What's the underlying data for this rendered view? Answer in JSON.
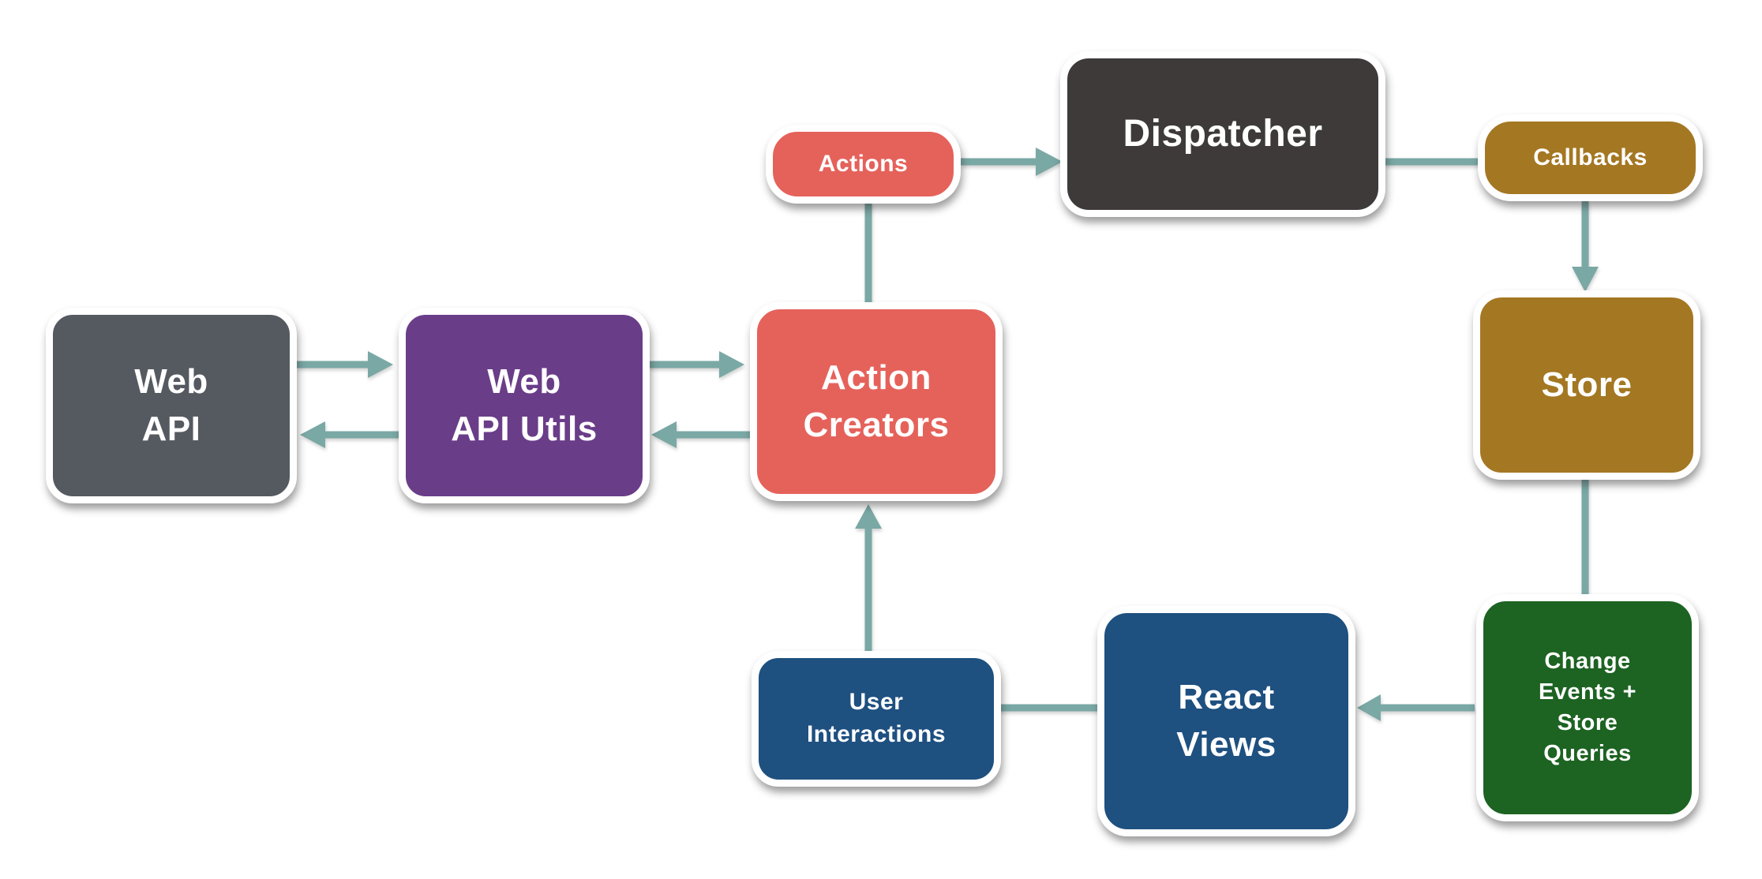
{
  "diagram": {
    "kind": "flowchart",
    "colors": {
      "background": "#ffffff",
      "connector": "#7AA8A5",
      "node_border": "#ffffff",
      "text": "#ffffff",
      "red": "#E5625B",
      "charcoal": "#3E3A3A",
      "gray": "#555960",
      "purple": "#6A3D89",
      "gold": "#A47722",
      "blue": "#1E5080",
      "green": "#1D6322"
    },
    "nodes": {
      "web_api": {
        "label": "Web\nAPI",
        "color": "#555960"
      },
      "web_api_utils": {
        "label": "Web\nAPI Utils",
        "color": "#6A3D89"
      },
      "action_creators": {
        "label": "Action\nCreators",
        "color": "#E5625B"
      },
      "actions": {
        "label": "Actions",
        "color": "#E5625B"
      },
      "dispatcher": {
        "label": "Dispatcher",
        "color": "#3E3A3A"
      },
      "callbacks": {
        "label": "Callbacks",
        "color": "#A47722"
      },
      "store": {
        "label": "Store",
        "color": "#A47722"
      },
      "change_events": {
        "label": "Change\nEvents +\nStore\nQueries",
        "color": "#1D6322"
      },
      "react_views": {
        "label": "React\nViews",
        "color": "#1E5080"
      },
      "user_interactions": {
        "label": "User\nInteractions",
        "color": "#1E5080"
      }
    },
    "edges": [
      {
        "from": "actions",
        "to": "dispatcher",
        "arrowhead": true
      },
      {
        "from": "dispatcher",
        "to": "callbacks",
        "arrowhead": false
      },
      {
        "from": "callbacks",
        "to": "store",
        "arrowhead": true
      },
      {
        "from": "store",
        "to": "change_events",
        "arrowhead": false
      },
      {
        "from": "change_events",
        "to": "react_views",
        "arrowhead": true
      },
      {
        "from": "react_views",
        "to": "user_interactions",
        "arrowhead": false
      },
      {
        "from": "user_interactions",
        "to": "action_creators",
        "arrowhead": true
      },
      {
        "from": "action_creators",
        "to": "actions",
        "arrowhead": false
      },
      {
        "from": "web_api",
        "to": "web_api_utils",
        "arrowhead": true
      },
      {
        "from": "web_api_utils",
        "to": "web_api",
        "arrowhead": true
      },
      {
        "from": "web_api_utils",
        "to": "action_creators",
        "arrowhead": true
      },
      {
        "from": "action_creators",
        "to": "web_api_utils",
        "arrowhead": true
      }
    ]
  }
}
